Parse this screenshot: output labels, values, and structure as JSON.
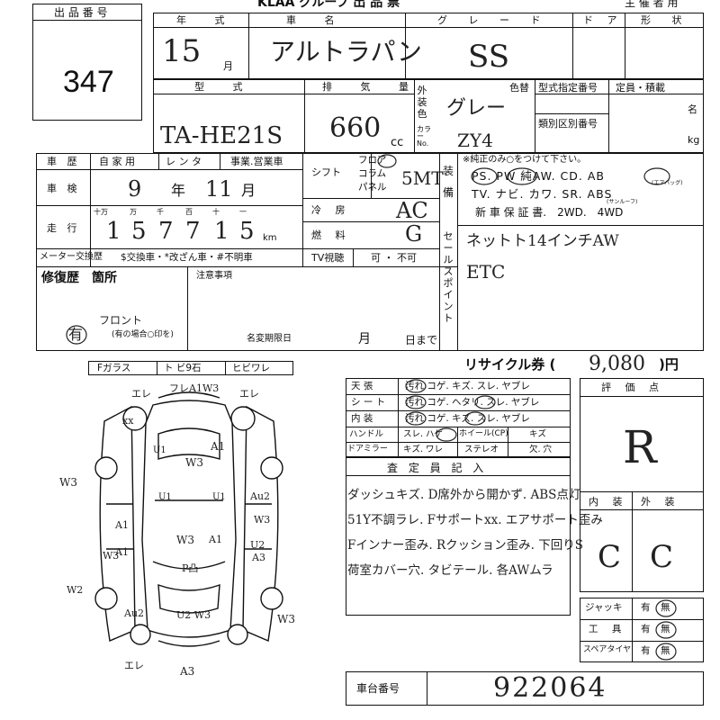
{
  "header": {
    "lot_number_label": "出 品 番 号",
    "lot_number": "347",
    "group_title": "KLAA グループ 出 品 票",
    "organizer_label": "主 催 者 用"
  },
  "vehicle": {
    "year_label": "年 式",
    "year_value": "15",
    "month_label": "月",
    "name_label": "車 名",
    "name_value": "アルトラパン",
    "grade_label": "グ レ ー ド",
    "grade_value": "SS",
    "door_label": "ド ア",
    "body_type_label": "形 状",
    "model_label": "型 式",
    "model_value": "TA-HE21S",
    "displacement_label": "排 気 量",
    "displacement_value": "660",
    "displacement_unit": "cc",
    "exterior_label": "外装色",
    "color_change_label": "色替",
    "color_value": "グレー",
    "color_no_label": "カラーNo.",
    "color_no_value": "ZY4",
    "type_cert_label": "型式指定番号",
    "class_no_label": "類別区別番号",
    "capacity_label": "定員・積載",
    "persons_unit": "名",
    "kg_unit": "kg"
  },
  "registration": {
    "history_label": "車 歴",
    "history_options": [
      "自 家 用",
      "レ ン タ",
      "事業.営業車"
    ],
    "inspection_label": "車 検",
    "inspection_year": "9",
    "inspection_year_unit": "年",
    "inspection_month": "11",
    "inspection_month_unit": "月",
    "mileage_label": "走 行",
    "mileage_places": [
      "十万",
      "万",
      "千",
      "百",
      "十",
      "一"
    ],
    "mileage_digits": [
      "1",
      "5",
      "7",
      "7",
      "1",
      "5"
    ],
    "mileage_unit": "km",
    "meter_label": "メーター交換歴",
    "meter_options": "$交換車・*改ざん車・#不明車",
    "repair_label": "修復歴　箇所",
    "repair_value": "有",
    "repair_sub": "(有の場合○印を)",
    "repair_front": "フロント",
    "notes_label": "注意事項",
    "name_change_label": "名変期限日",
    "name_change_month": "月",
    "name_change_day": "日まで"
  },
  "drive": {
    "shift_label": "シフト",
    "shift_options": [
      "フロア",
      "コラム",
      "パネル"
    ],
    "shift_value": "5MT",
    "ac_label": "冷 房",
    "ac_value": "AC",
    "fuel_label": "燃 料",
    "fuel_value": "G",
    "tv_label": "TV視聴",
    "tv_value": "可 ・ 不可"
  },
  "equipment": {
    "label": "装備",
    "note": "※純正のみ○をつけて下さい。",
    "row1": "PS. PW 純AW. CD. AB",
    "ab_sub": "(エアバッグ)",
    "row2": "TV. ナビ. カワ. SR. ABS",
    "sr_sub": "(サンルーフ)",
    "row3": "新 車 保 証 書.　2WD.　4WD"
  },
  "sales_points": {
    "label": "セールスポイント",
    "line1": "ネットト14インチAW",
    "line2": "ETC"
  },
  "glass": {
    "items": [
      "Fガラス",
      "ト ビ9石",
      "ヒビワレ"
    ]
  },
  "diagram_marks": [
    "エレ",
    "フレA1W3",
    "エレ",
    "xx",
    "W3",
    "A1",
    "A1",
    "W3",
    "Au2",
    "U1",
    "W3",
    "A1",
    "A1",
    "W3",
    "W3",
    "U2",
    "A3",
    "W2",
    "P凸",
    "Au2",
    "U2 W3",
    "W3",
    "エレ",
    "A3",
    "U1",
    "U1"
  ],
  "interior": {
    "rows": [
      {
        "label": "天 張",
        "value": "汚れ コゲ. キズ. スレ. ヤブレ"
      },
      {
        "label": "シ ー ト",
        "value": "汚れ コゲ. ヘタリ. スレ. ヤブレ"
      },
      {
        "label": "内 装",
        "value": "汚れ コゲ. キズ. スレ. ヤブレ"
      }
    ],
    "handle_label": "ハンドル",
    "handle_value": "スレ. ハゲ",
    "wheel_label": "ホイール(CP)",
    "wheel_value": "キズ",
    "mirror_label": "ドアミラー",
    "mirror_value": "キズ. ワレ",
    "stereo_label": "ステレオ",
    "stereo_value": "欠. 穴"
  },
  "recycle": {
    "label": "リサイクル券 (",
    "value": "9,080",
    "unit": ")円"
  },
  "inspector": {
    "label": "査 定 員 記 入",
    "lines": [
      "ダッシュキズ. D席外から開かず. ABS点灯",
      "51Y不調ラレ. Fサポートxx. エアサポート歪み",
      "Fインナー歪み. Rクッション歪み. 下回りS",
      "荷室カバー穴. タビテール. 各AWムラ"
    ]
  },
  "grade": {
    "label": "評 価 点",
    "value": "R",
    "interior_label": "内 装",
    "exterior_label": "外 装",
    "interior_value": "C",
    "exterior_value": "C"
  },
  "tools": [
    {
      "label": "ジャッキ",
      "yes": "有",
      "no": "無"
    },
    {
      "label": "工 具",
      "yes": "有",
      "no": "無"
    },
    {
      "label": "スペアタイヤ",
      "yes": "有",
      "no": "無"
    }
  ],
  "chassis": {
    "label": "車台番号",
    "value": "922064"
  }
}
